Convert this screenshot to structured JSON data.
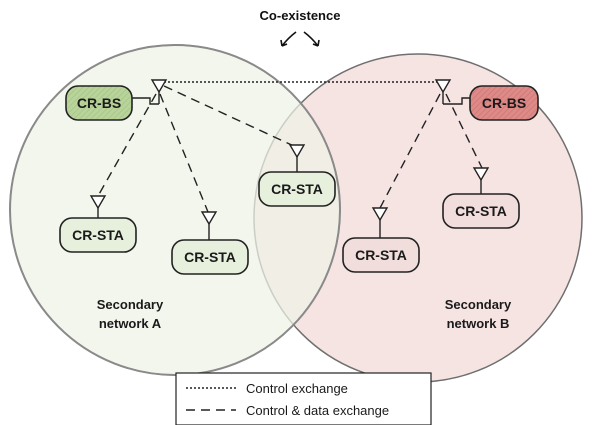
{
  "title": "Co-existence",
  "networks": {
    "a": {
      "label_line1": "Secondary",
      "label_line2": "network A",
      "fill": "#eef2e6",
      "node_fill": "#e7f0dd",
      "bs_fill": "#b9d49b"
    },
    "b": {
      "label_line1": "Secondary",
      "label_line2": "network B",
      "fill": "#f6e4e3",
      "node_fill": "#f1dddc",
      "bs_fill": "#dd8a88"
    }
  },
  "nodes": {
    "bs_a": "CR-BS",
    "sta_a1": "CR-STA",
    "sta_a2": "CR-STA",
    "sta_shared": "CR-STA",
    "bs_b": "CR-BS",
    "sta_b1": "CR-STA",
    "sta_b2": "CR-STA"
  },
  "legend": {
    "control": "Control exchange",
    "control_data": "Control & data exchange"
  }
}
